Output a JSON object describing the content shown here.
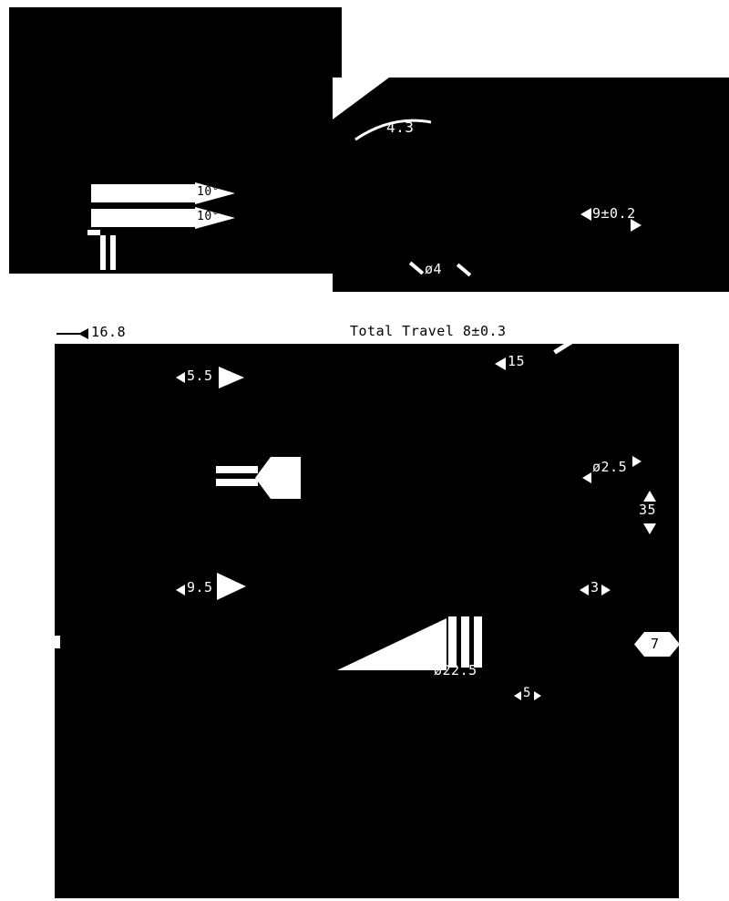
{
  "colors": {
    "ink": "#000000",
    "paper": "#ffffff"
  },
  "labels": {
    "dim_4_3": "4.3",
    "angle_upper": "10°",
    "angle_lower": "10°",
    "dim_9": "9±0.2",
    "dia_4": "ø4",
    "dim_16_8": "16.8",
    "total_travel": "Total Travel 8±0.3",
    "dim_5_5": "5.5",
    "dim_15": "15",
    "dia_2_5": "ø2.5",
    "dim_35": "35",
    "dim_9_5": "9.5",
    "dim_3": "3",
    "dim_7": "7",
    "dia_22_5": "ø22.5",
    "dim_5": "5"
  }
}
